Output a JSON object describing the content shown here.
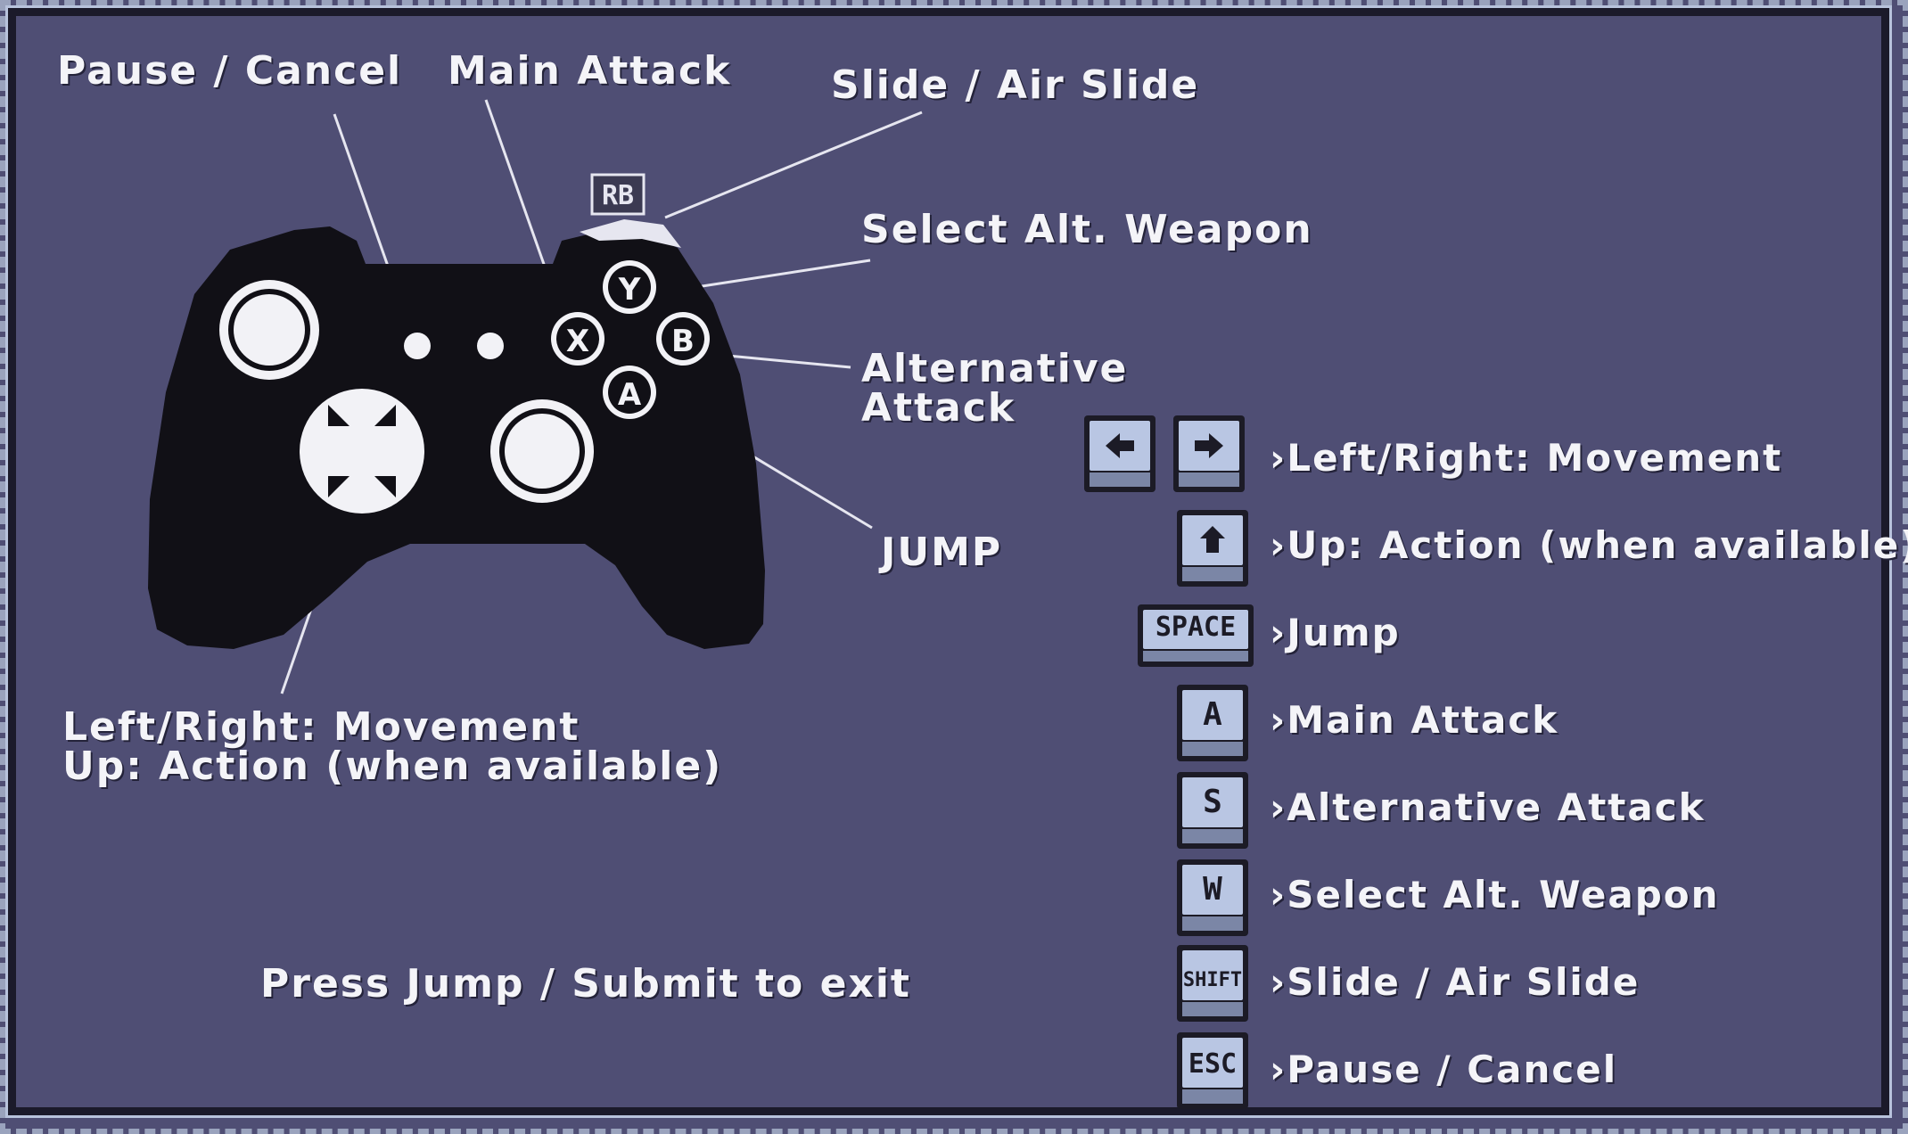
{
  "controller_labels": {
    "pause_cancel": "Pause / Cancel",
    "main_attack": "Main Attack",
    "slide": "Slide / Air Slide",
    "select_weapon": "Select Alt. Weapon",
    "alt_attack_line1": "Alternative",
    "alt_attack_line2": "Attack",
    "jump": "JUMP",
    "movement_line1": "Left/Right: Movement",
    "movement_line2": "Up: Action (when available)",
    "rb": "RB",
    "btn_y": "Y",
    "btn_x": "X",
    "btn_b": "B",
    "btn_a": "A"
  },
  "keyboard": [
    {
      "key": "left-right-arrows",
      "desc": "›Left/Right: Movement"
    },
    {
      "key": "up-arrow",
      "desc": "›Up: Action (when available)"
    },
    {
      "key": "SPACE",
      "desc": "›Jump"
    },
    {
      "key": "A",
      "desc": "›Main Attack"
    },
    {
      "key": "S",
      "desc": "›Alternative Attack"
    },
    {
      "key": "W",
      "desc": "›Select Alt. Weapon"
    },
    {
      "key": "SHIFT",
      "desc": "›Slide / Air Slide"
    },
    {
      "key": "ESC",
      "desc": "›Pause / Cancel"
    }
  ],
  "exit_hint": "Press Jump / Submit to exit",
  "colors": {
    "background": "#4f4e74",
    "controller": "#111016",
    "key_face": "#b9c6e3",
    "text": "#f4f4f8"
  }
}
